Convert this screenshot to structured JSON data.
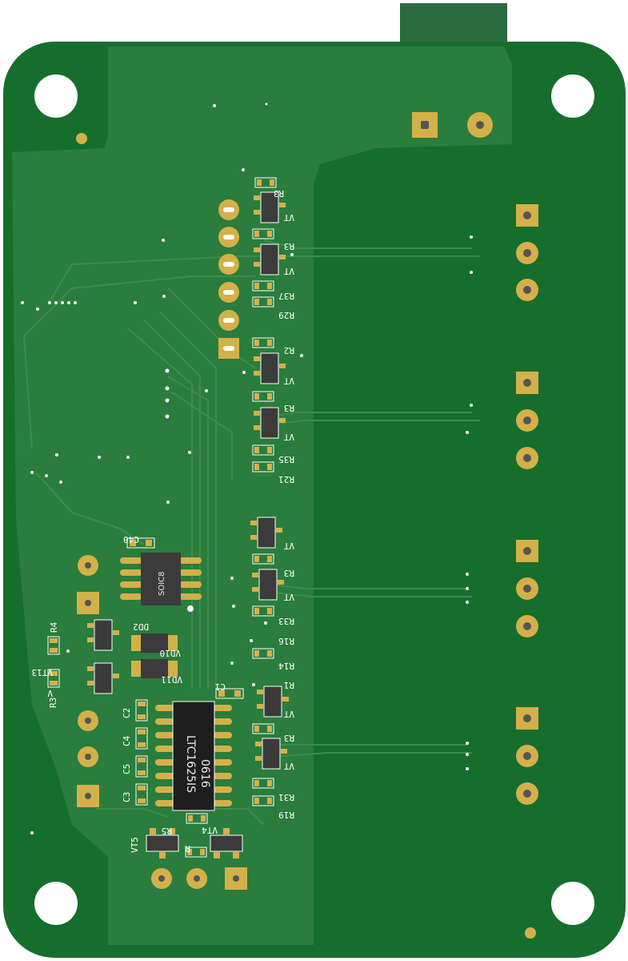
{
  "colors": {
    "board": "#166e2d",
    "board_light": "#2a7d3c",
    "connector": "#2b6b3e",
    "pad": "#d4b04a",
    "hole": "#ffffff",
    "chip": "#202020",
    "silk": "#ffffff"
  },
  "ics": {
    "ldo": {
      "package": "SOIC8"
    },
    "main": {
      "line1": "LTC1625IS",
      "line2": "0616"
    }
  },
  "labels": {
    "r3_top": "R3",
    "vt_1": "VT",
    "r3_b": "R3",
    "vt_2": "VT",
    "r37": "R37",
    "r29": "R29",
    "r2": "R2",
    "vt_3": "VT",
    "r3_c": "R3",
    "vt_4": "VT",
    "r35": "R35",
    "r21": "R21",
    "vt_5": "VT",
    "r3_d": "R3",
    "vt_6": "VT",
    "r33": "R33",
    "r16": "R16",
    "r14": "R14",
    "r1": "R1",
    "vt_7": "VT",
    "r3_e": "R3",
    "vt_8": "VT",
    "r31": "R31",
    "r19": "R19",
    "c40": "C40",
    "dd2": "DD2",
    "vd10": "VD10",
    "vd11": "VD11",
    "c1": "C1",
    "r4": "R4",
    "vt13": "VT13",
    "vt_l": "V",
    "r3_left": "R3",
    "c2": "C2",
    "c4": "C4",
    "c5": "C5",
    "c3": "C3",
    "vt4": "VT4",
    "r5": "R5",
    "vt5": "VT5",
    "r_bottom": "R"
  }
}
